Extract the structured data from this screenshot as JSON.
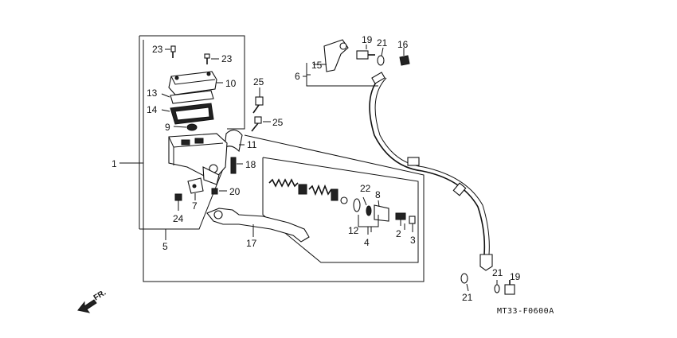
{
  "callouts": {
    "c1": "1",
    "c2": "2",
    "c3": "3",
    "c4": "4",
    "c5": "5",
    "c6": "6",
    "c7": "7",
    "c8": "8",
    "c9": "9",
    "c10": "10",
    "c11": "11",
    "c12": "12",
    "c13": "13",
    "c14": "14",
    "c15": "15",
    "c16": "16",
    "c17": "17",
    "c18": "18",
    "c19a": "19",
    "c19b": "19",
    "c20": "20",
    "c21a": "21",
    "c21b": "21",
    "c21c": "21",
    "c22": "22",
    "c23a": "23",
    "c23b": "23",
    "c24": "24",
    "c25a": "25",
    "c25b": "25"
  },
  "direction_label": "FR.",
  "diagram_code": "MT33-F0600A"
}
